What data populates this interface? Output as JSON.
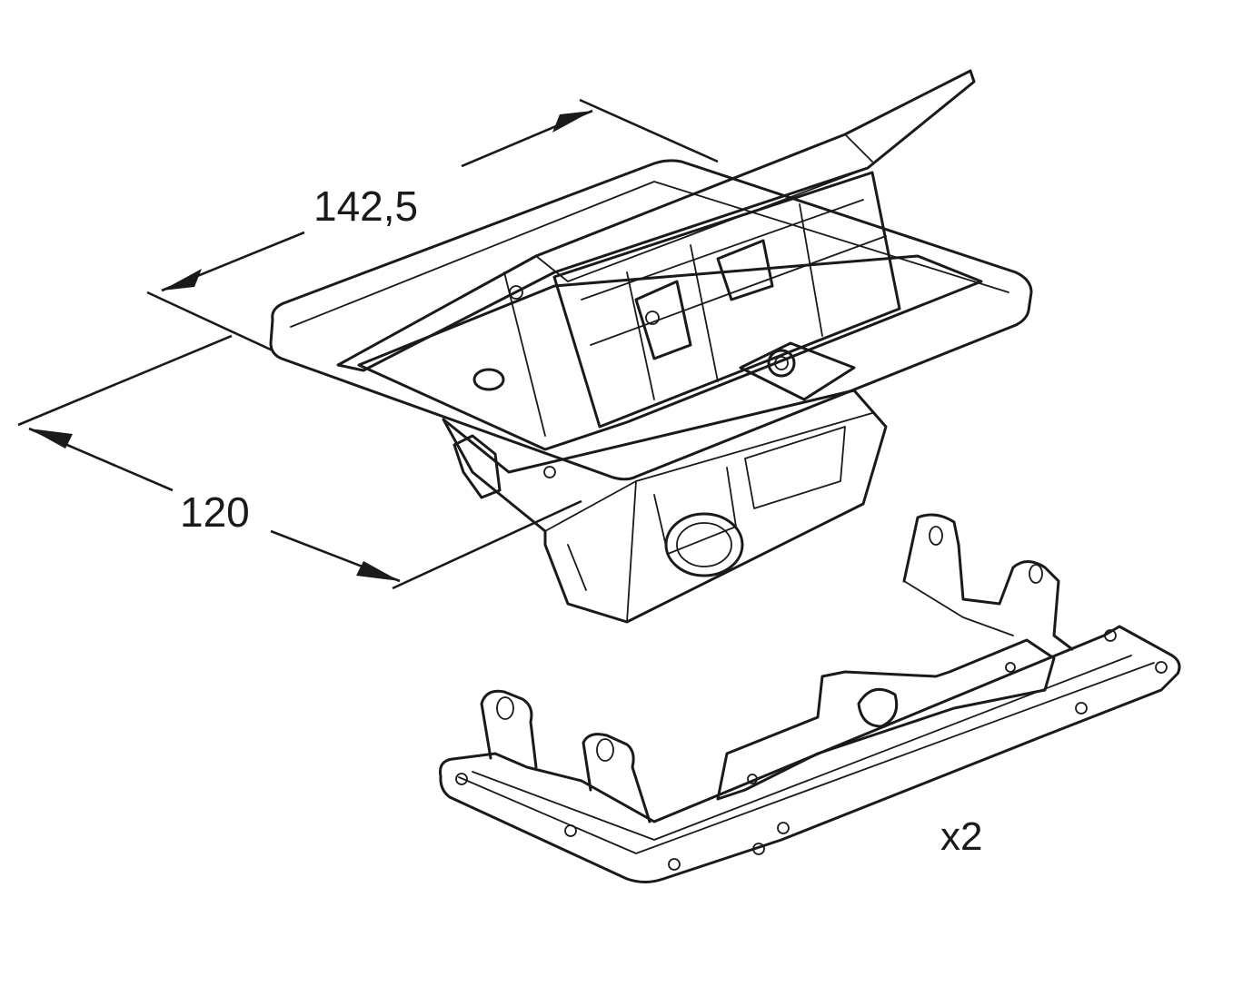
{
  "dimensions": {
    "length": "142,5",
    "width": "120"
  },
  "bracket_quantity": "x2"
}
